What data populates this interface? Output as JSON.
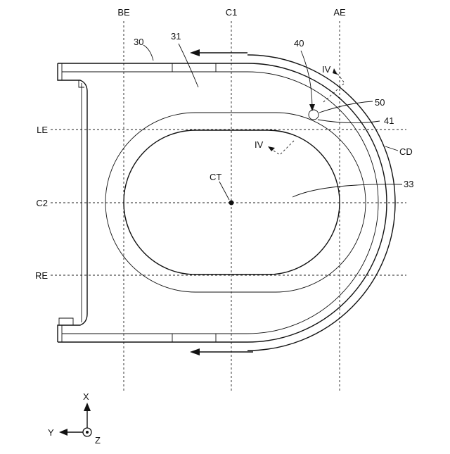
{
  "labels": {
    "be": "BE",
    "c1": "C1",
    "ae": "AE",
    "le": "LE",
    "c2": "C2",
    "re": "RE",
    "ref30": "30",
    "ref31": "31",
    "ref40": "40",
    "ref50": "50",
    "ref41": "41",
    "cd": "CD",
    "ref33": "33",
    "ct": "CT",
    "iv_top": "IV",
    "iv_mid": "IV"
  },
  "axes": {
    "x": "X",
    "y": "Y",
    "z": "Z"
  }
}
